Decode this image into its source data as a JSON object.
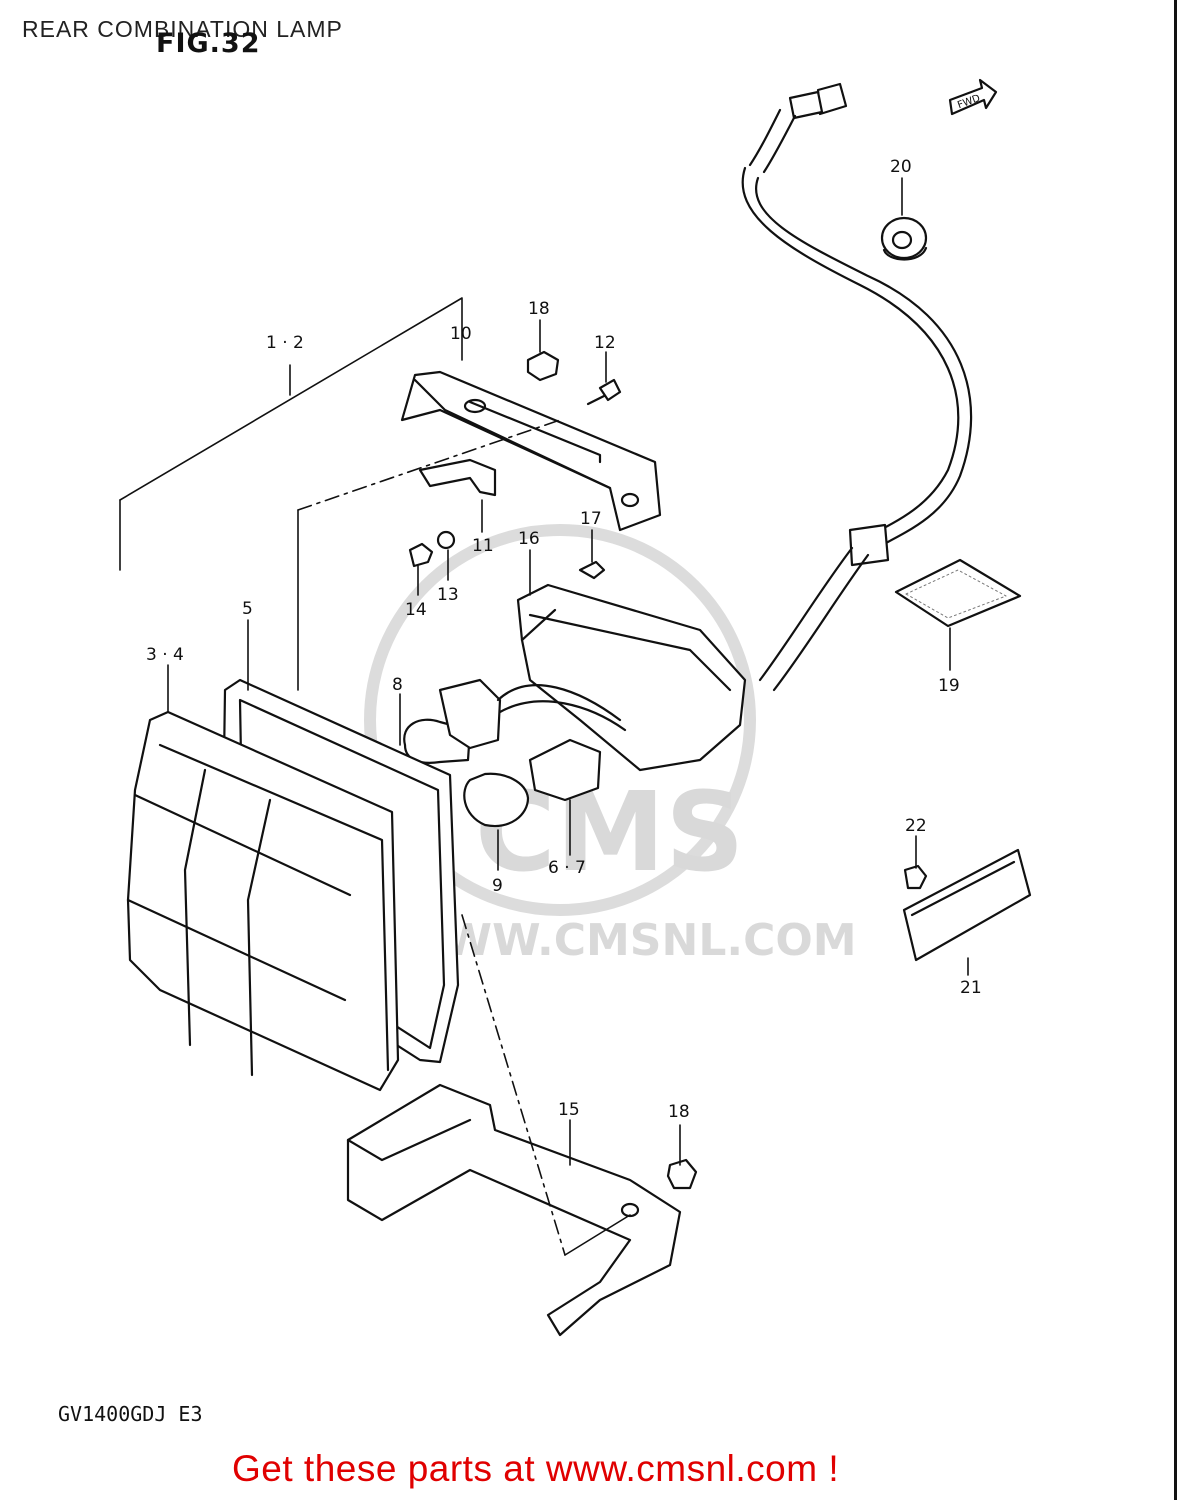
{
  "header": {
    "title": "REAR COMBINATION LAMP",
    "figure": "FIG.32"
  },
  "footer": {
    "model": "GV1400GDJ E3",
    "cta": "Get these parts at www.cmsnl.com !"
  },
  "watermark": {
    "brand": "CMS",
    "url": "WWW.CMSNL.COM"
  },
  "fwd_label": "FWD",
  "callouts": [
    {
      "id": "c-1-2",
      "text": "1 · 2"
    },
    {
      "id": "c-10",
      "text": "10"
    },
    {
      "id": "c-18a",
      "text": "18"
    },
    {
      "id": "c-12",
      "text": "12"
    },
    {
      "id": "c-20",
      "text": "20"
    },
    {
      "id": "c-11",
      "text": "11"
    },
    {
      "id": "c-17",
      "text": "17"
    },
    {
      "id": "c-16",
      "text": "16"
    },
    {
      "id": "c-14",
      "text": "14"
    },
    {
      "id": "c-13",
      "text": "13"
    },
    {
      "id": "c-5",
      "text": "5"
    },
    {
      "id": "c-3-4",
      "text": "3 · 4"
    },
    {
      "id": "c-8",
      "text": "8"
    },
    {
      "id": "c-19",
      "text": "19"
    },
    {
      "id": "c-9",
      "text": "9"
    },
    {
      "id": "c-6-7",
      "text": "6 · 7"
    },
    {
      "id": "c-22",
      "text": "22"
    },
    {
      "id": "c-21",
      "text": "21"
    },
    {
      "id": "c-15",
      "text": "15"
    },
    {
      "id": "c-18b",
      "text": "18"
    }
  ]
}
